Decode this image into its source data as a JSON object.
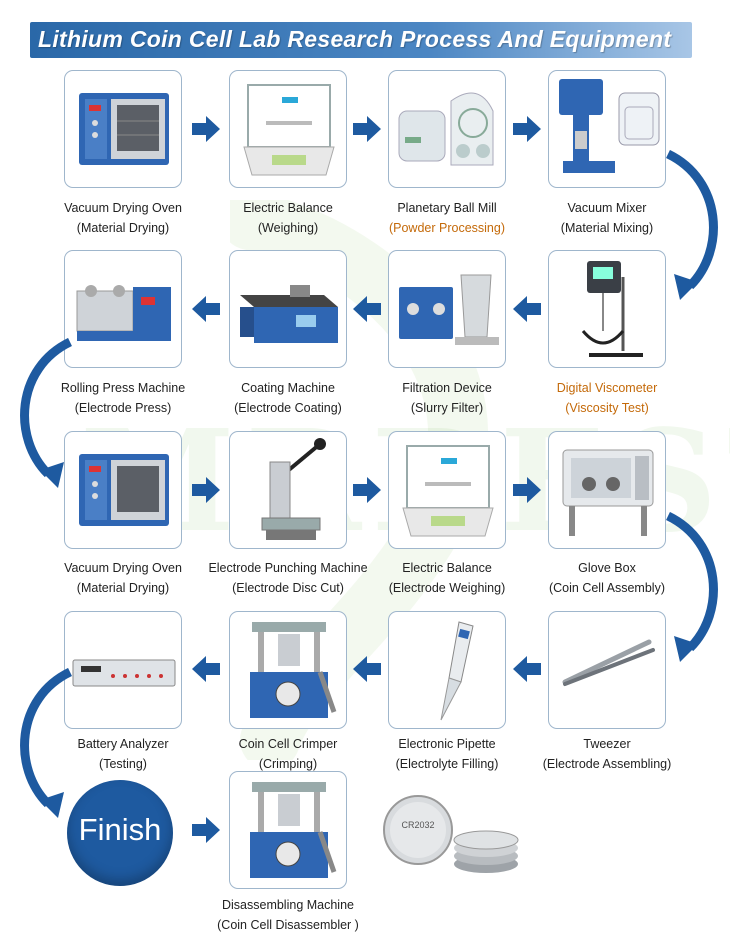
{
  "title": "Lithium Coin Cell Lab Research Process And Equipment",
  "watermark": "MRBEST",
  "colors": {
    "banner": "#2a68a8",
    "arrow": "#1e5aa0",
    "highlight": "#c46a0a",
    "card_border": "#9fb6cc"
  },
  "steps": [
    {
      "name": "Vacuum Drying Oven",
      "sub": "(Material Drying)",
      "icon": "vacuum-oven-icon"
    },
    {
      "name": "Electric Balance",
      "sub": "(Weighing)",
      "icon": "electric-balance-icon"
    },
    {
      "name": "Planetary Ball Mill",
      "sub": "(Powder Processing)",
      "icon": "ball-mill-icon"
    },
    {
      "name": "Vacuum Mixer",
      "sub": "(Material Mixing)",
      "icon": "vacuum-mixer-icon"
    },
    {
      "name": "Digital Viscometer",
      "sub": "(Viscosity Test)",
      "icon": "viscometer-icon"
    },
    {
      "name": "Filtration Device",
      "sub": "(Slurry Filter)",
      "icon": "filtration-device-icon"
    },
    {
      "name": "Coating Machine",
      "sub": "(Electrode Coating)",
      "icon": "coating-machine-icon"
    },
    {
      "name": "Rolling Press Machine",
      "sub": "(Electrode Press)",
      "icon": "rolling-press-icon"
    },
    {
      "name": "Vacuum Drying Oven",
      "sub": "(Material Drying)",
      "icon": "vacuum-oven-icon"
    },
    {
      "name": "Electrode Punching Machine",
      "sub": "(Electrode Disc Cut)",
      "icon": "punching-machine-icon"
    },
    {
      "name": "Electric Balance",
      "sub": "(Electrode Weighing)",
      "icon": "electric-balance-icon"
    },
    {
      "name": "Glove Box",
      "sub": "(Coin Cell Assembly)",
      "icon": "glove-box-icon"
    },
    {
      "name": "Tweezer",
      "sub": "(Electrode Assembling)",
      "icon": "tweezer-icon"
    },
    {
      "name": "Electronic Pipette",
      "sub": "(Electrolyte Filling)",
      "icon": "pipette-icon"
    },
    {
      "name": "Coin Cell Crimper",
      "sub": "(Crimping)",
      "icon": "crimper-icon"
    },
    {
      "name": "Battery Analyzer",
      "sub": "(Testing)",
      "icon": "battery-analyzer-icon"
    },
    {
      "name": "Disassembling Machine",
      "sub": "(Coin Cell Disassembler )",
      "icon": "disassembling-machine-icon"
    }
  ],
  "finish": "Finish",
  "coin_label": "CR2032"
}
